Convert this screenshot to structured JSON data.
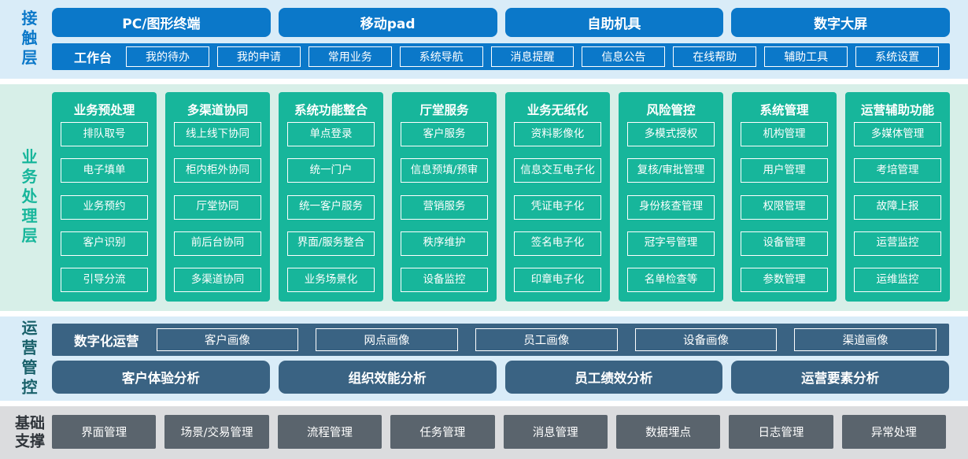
{
  "contact": {
    "label": "接触层",
    "channels": [
      "PC/图形终端",
      "移动pad",
      "自助机具",
      "数字大屏"
    ],
    "workbench": {
      "label": "工作台",
      "items": [
        "我的待办",
        "我的申请",
        "常用业务",
        "系统导航",
        "消息提醒",
        "信息公告",
        "在线帮助",
        "辅助工具",
        "系统设置"
      ]
    }
  },
  "business": {
    "label": "业务处理层",
    "columns": [
      {
        "title": "业务预处理",
        "items": [
          "排队取号",
          "电子填单",
          "业务预约",
          "客户识别",
          "引导分流"
        ]
      },
      {
        "title": "多渠道协同",
        "items": [
          "线上线下协同",
          "柜内柜外协同",
          "厅堂协同",
          "前后台协同",
          "多渠道协同"
        ]
      },
      {
        "title": "系统功能整合",
        "items": [
          "单点登录",
          "统一门户",
          "统一客户服务",
          "界面/服务整合",
          "业务场景化"
        ]
      },
      {
        "title": "厅堂服务",
        "items": [
          "客户服务",
          "信息预填/预审",
          "营销服务",
          "秩序维护",
          "设备监控"
        ]
      },
      {
        "title": "业务无纸化",
        "items": [
          "资料影像化",
          "信息交互电子化",
          "凭证电子化",
          "签名电子化",
          "印章电子化"
        ]
      },
      {
        "title": "风险管控",
        "items": [
          "多模式授权",
          "复核/审批管理",
          "身份核查管理",
          "冠字号管理",
          "名单检查等"
        ]
      },
      {
        "title": "系统管理",
        "items": [
          "机构管理",
          "用户管理",
          "权限管理",
          "设备管理",
          "参数管理"
        ]
      },
      {
        "title": "运营辅助功能",
        "items": [
          "多媒体管理",
          "考培管理",
          "故障上报",
          "运营监控",
          "运维监控"
        ]
      }
    ]
  },
  "ops": {
    "label": "运营管控",
    "digital": {
      "label": "数字化运营",
      "items": [
        "客户画像",
        "网点画像",
        "员工画像",
        "设备画像",
        "渠道画像"
      ]
    },
    "analysis": [
      "客户体验分析",
      "组织效能分析",
      "员工绩效分析",
      "运营要素分析"
    ]
  },
  "foundation": {
    "label": "基础支撑",
    "items": [
      "界面管理",
      "场景/交易管理",
      "流程管理",
      "任务管理",
      "消息管理",
      "数据埋点",
      "日志管理",
      "异常处理"
    ]
  },
  "colors": {
    "accent_blue": "#0b78c9",
    "light_blue_bg": "#d9ecf8",
    "accent_green": "#17b69b",
    "light_green_bg": "#d7efe8",
    "slate_blue": "#3a6383",
    "ops_label_teal": "#19606a",
    "gray_bg": "#dbdcde",
    "dark_gray_box": "#5a646d"
  }
}
